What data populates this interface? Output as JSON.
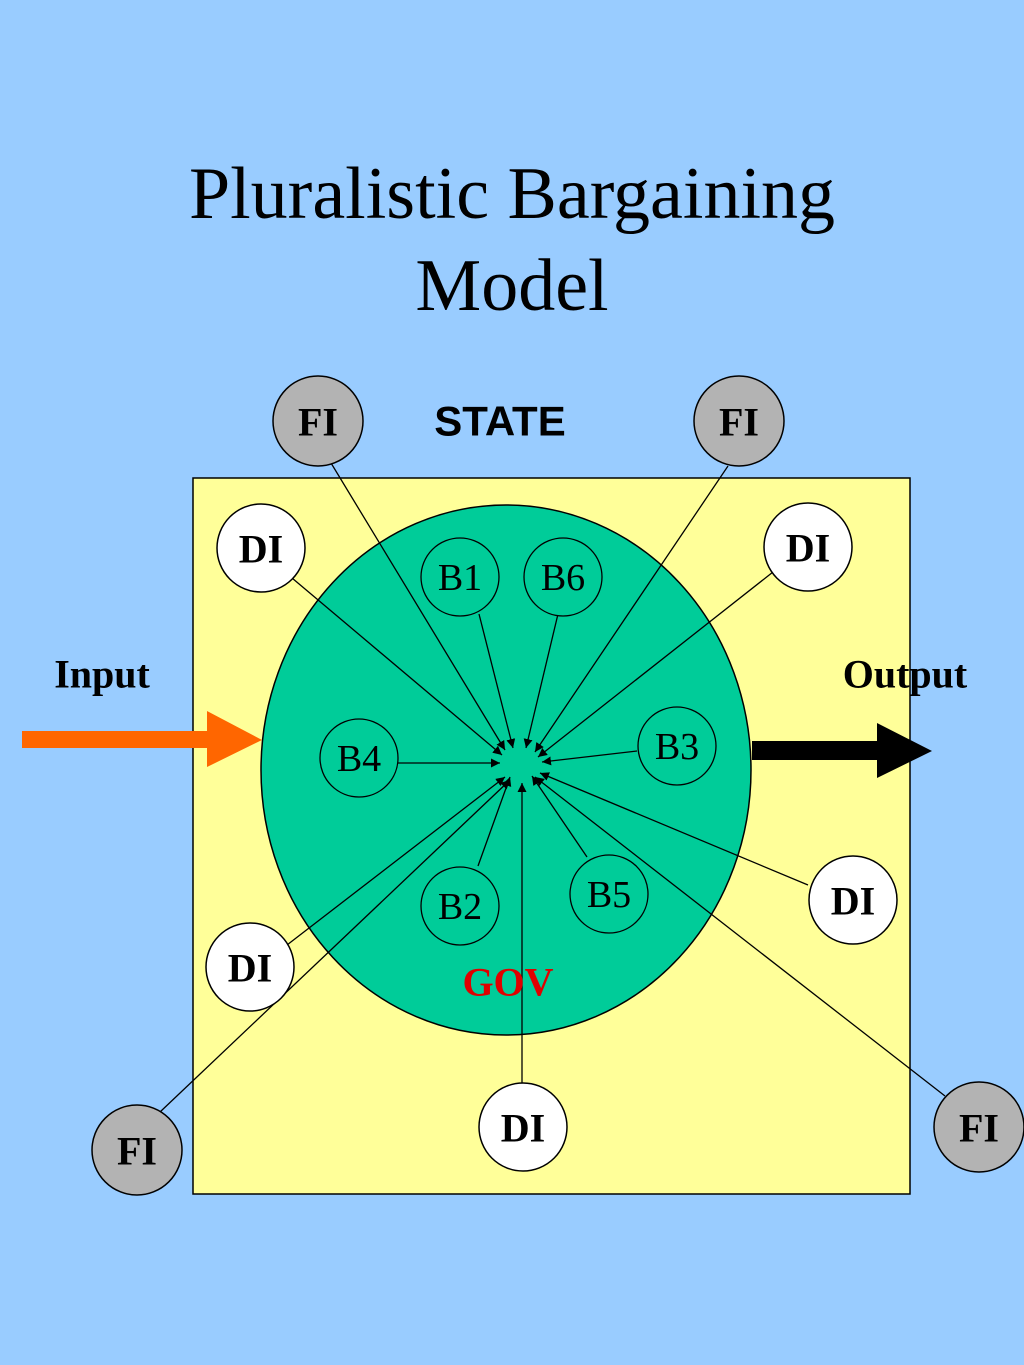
{
  "title": {
    "line1": "Pluralistic Bargaining",
    "line2": "Model"
  },
  "labels": {
    "state": "STATE",
    "gov": "GOV",
    "input": "Input",
    "output": "Output"
  },
  "nodes": {
    "fi_top_left": "FI",
    "fi_top_right": "FI",
    "fi_bottom_left": "FI",
    "fi_bottom_right": "FI",
    "di_top_left": "DI",
    "di_top_right": "DI",
    "di_right": "DI",
    "di_bottom_left": "DI",
    "di_bottom": "DI",
    "b1": "B1",
    "b2": "B2",
    "b3": "B3",
    "b4": "B4",
    "b5": "B5",
    "b6": "B6"
  },
  "colors": {
    "background": "#99ccff",
    "state_box": "#ffff99",
    "gov_circle": "#00cc99",
    "fi_node": "#b3b3b3",
    "di_node": "#ffffff",
    "gov_label": "#e00000",
    "input_arrow": "#ff6600",
    "output_arrow": "#000000"
  }
}
